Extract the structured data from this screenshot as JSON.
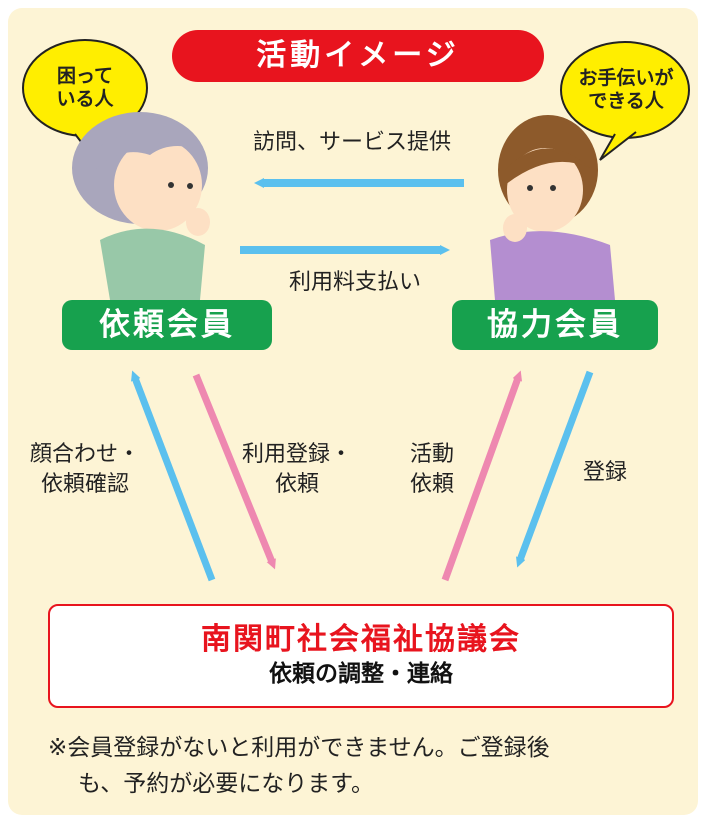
{
  "title": "活動イメージ",
  "bubble_left": {
    "line1": "困って",
    "line2": "いる人"
  },
  "bubble_right": {
    "line1": "お手伝いが",
    "line2": "できる人"
  },
  "label_top": "訪問、サービス提供",
  "label_mid": "利用料支払い",
  "member_requester": "依頼会員",
  "member_helper": "協力会員",
  "label_left_a": {
    "line1": "顔合わせ・",
    "line2": "依頼確認"
  },
  "label_left_b": {
    "line1": "利用登録・",
    "line2": "依頼"
  },
  "label_right_a": {
    "line1": "活動",
    "line2": "依頼"
  },
  "label_right_b": "登録",
  "org": {
    "name": "南関町社会福祉協議会",
    "sub": "依頼の調整・連絡"
  },
  "note": {
    "line1": "※会員登録がないと利用ができません。ご登録後",
    "line2": "も、予約が必要になります。"
  },
  "colors": {
    "panel": "#fdf4d5",
    "red": "#e8141e",
    "green": "#17a14e",
    "blue_arrow": "#5bc0ee",
    "pink_arrow": "#ee88b0",
    "bubble": "#ffee00"
  }
}
